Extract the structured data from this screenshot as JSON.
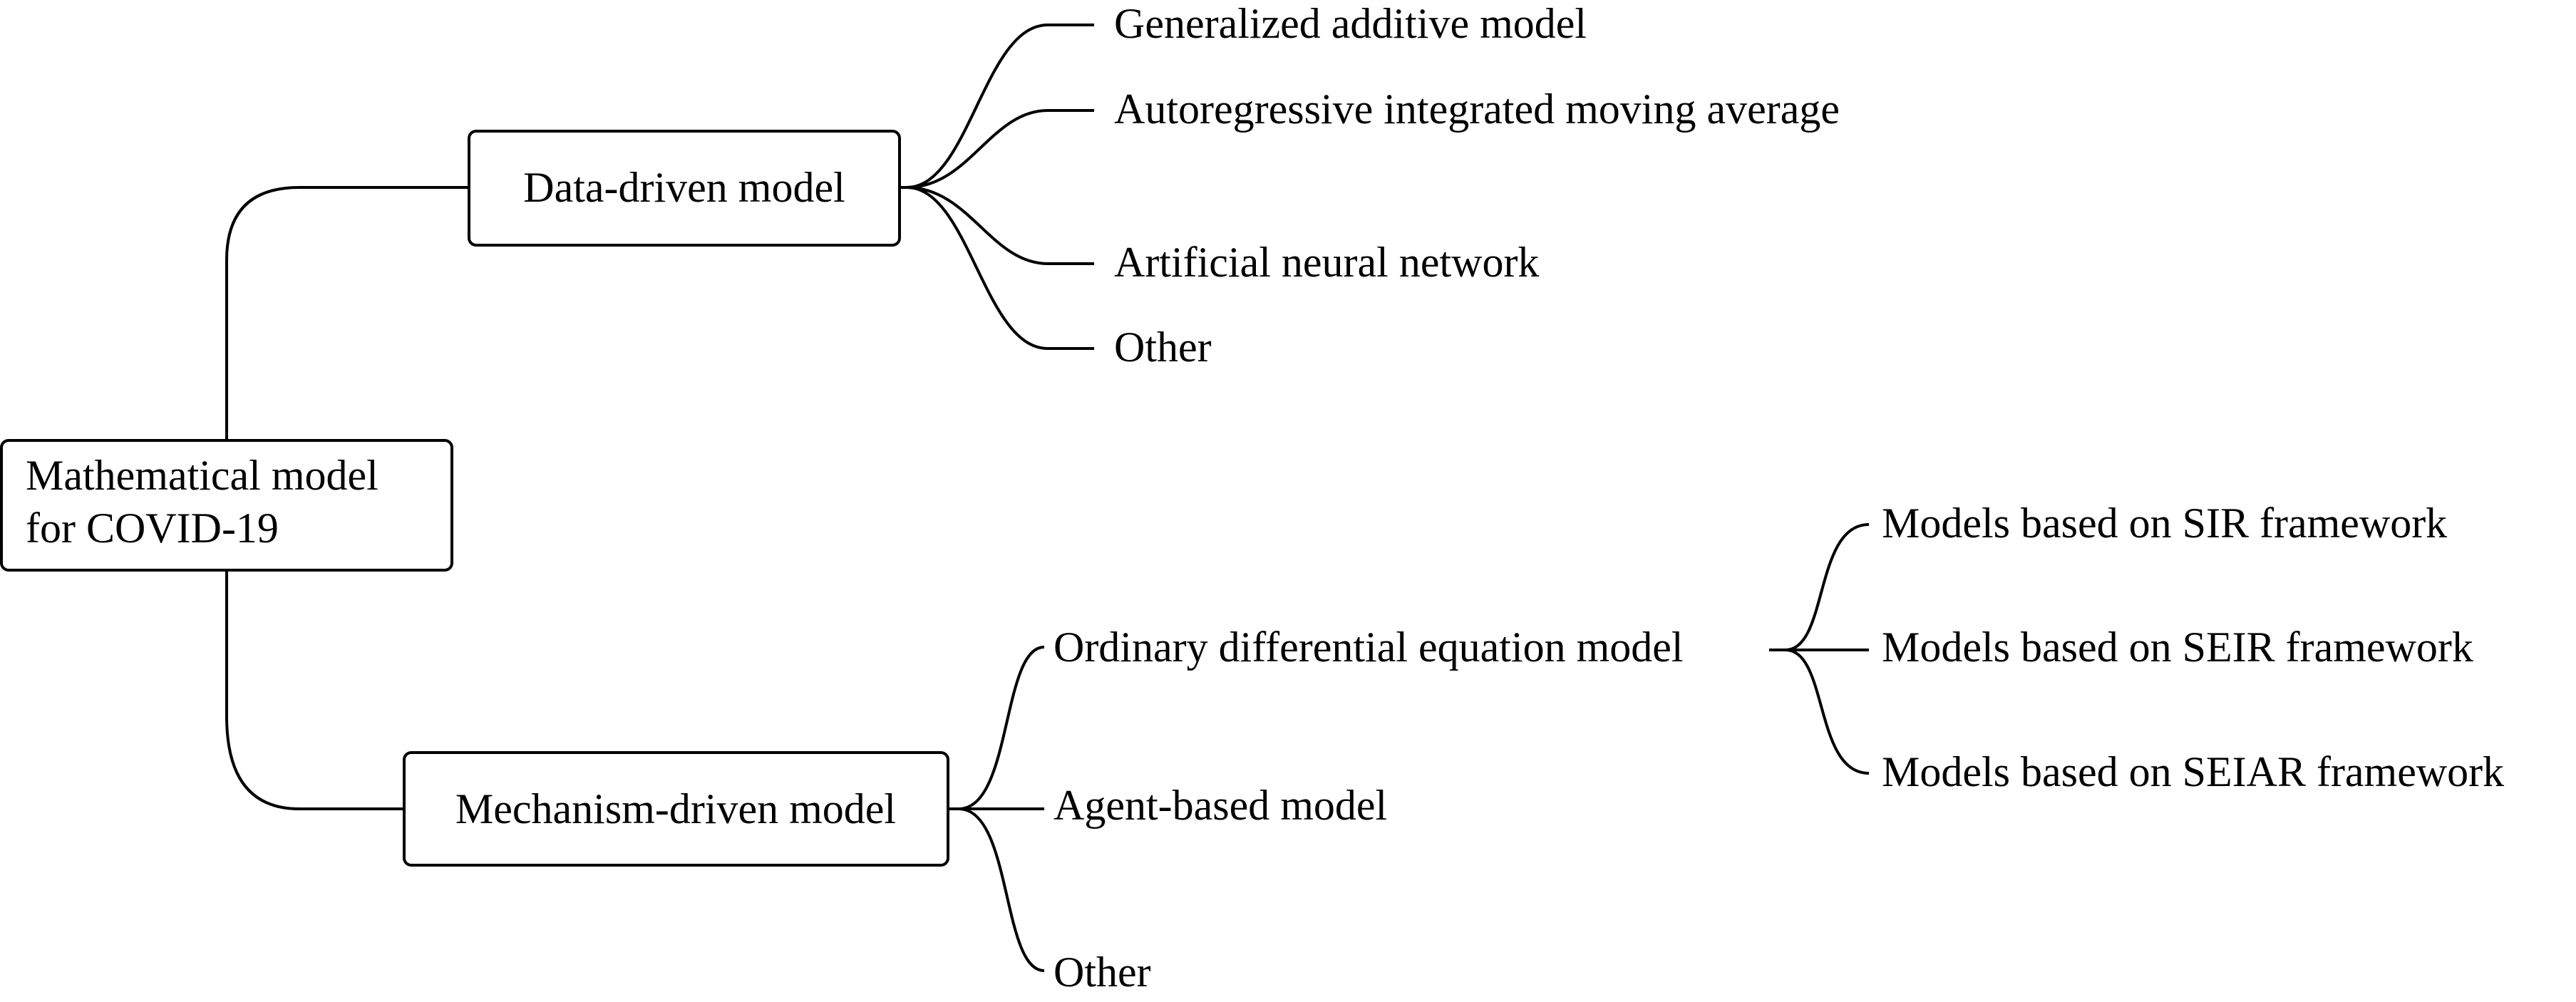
{
  "diagram": {
    "root": {
      "line1": "Mathematical model",
      "line2": "for COVID-19"
    },
    "data_driven": {
      "label": "Data-driven model",
      "children": [
        "Generalized additive model",
        "Autoregressive integrated moving average",
        "Artificial neural network",
        "Other"
      ]
    },
    "mechanism_driven": {
      "label": "Mechanism-driven model",
      "children": [
        "Ordinary differential equation model",
        "Agent-based model",
        "Other"
      ],
      "ode_children": [
        "Models based on SIR framework",
        "Models based on SEIR framework",
        "Models based on SEIAR framework"
      ]
    }
  }
}
